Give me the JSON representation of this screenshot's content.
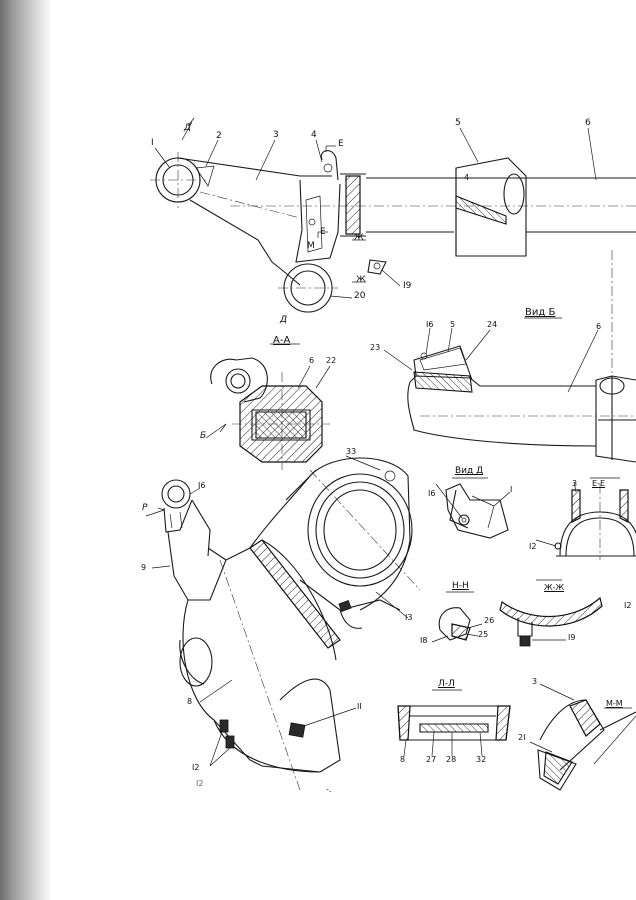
{
  "view_titles": {
    "vid_b": "Вид Б",
    "a_a": "А-А",
    "vid_d": "Вид Д",
    "e_e": "Е-Е",
    "n_n": "Н-Н",
    "zh_zh": "Ж-Ж",
    "l_l": "Л-Л",
    "m_m": "М-М"
  },
  "section_marks": {
    "d": "Д",
    "e": "Е",
    "m": "М",
    "zh": "Ж",
    "b": "Б",
    "r": "Р"
  },
  "part_numbers": {
    "p1": "I",
    "p2": "2",
    "p3": "3",
    "p4": "4",
    "p5": "5",
    "p6": "6",
    "p19": "I9",
    "p20": "20",
    "vb16": "I6",
    "vb5": "5",
    "vb24": "24",
    "vb23": "23",
    "vb6": "6",
    "aa6": "6",
    "aa22": "22",
    "iso16": "I6",
    "iso33": "33",
    "iso9": "9",
    "iso8": "8",
    "iso13": "I3",
    "iso11": "II",
    "iso12": "I2",
    "vd16": "I6",
    "vd1": "I",
    "vd12": "I2",
    "ee3": "3",
    "nn26": "26",
    "nn25": "25",
    "nn18": "I8",
    "zz19": "I9",
    "ll8": "8",
    "ll27": "27",
    "ll28": "28",
    "ll32": "32",
    "mm3": "3",
    "mm21": "2I",
    "edge12": "I2"
  },
  "stray_marks": {
    "bottom_left": "I2",
    "bottom_dash": "-."
  }
}
